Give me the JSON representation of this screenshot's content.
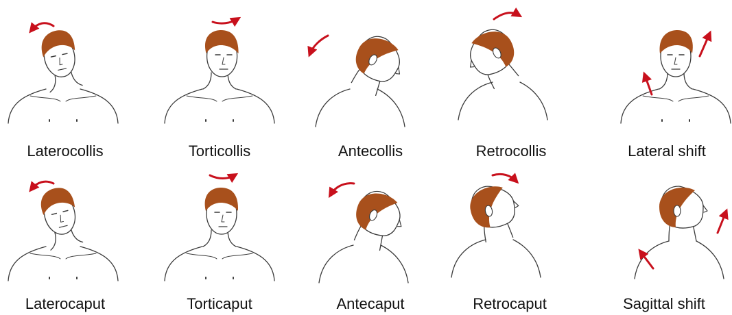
{
  "colors": {
    "hair": "#a8501c",
    "arrow": "#c8101c",
    "line": "#3a3a3a",
    "text": "#111111"
  },
  "rows": [
    {
      "panels": [
        {
          "label": "Laterocollis",
          "pose": "head tilted toward shoulder",
          "arrow": "curved, leftward, above head"
        },
        {
          "label": "Torticollis",
          "pose": "head rotated to the side",
          "arrow": "curved, rightward, above head"
        },
        {
          "label": "Antecollis",
          "pose": "neck flexed forward",
          "arrow": "curved, forward-down"
        },
        {
          "label": "Retrocollis",
          "pose": "neck extended backward",
          "arrow": "curved, backward"
        },
        {
          "label": "Lateral shift",
          "pose": "head shifted laterally",
          "arrow": "two straight arrows"
        }
      ]
    },
    {
      "panels": [
        {
          "label": "Laterocaput",
          "pose": "head tilted at skull level",
          "arrow": "curved, leftward, above head"
        },
        {
          "label": "Torticaput",
          "pose": "head rotated at skull level",
          "arrow": "curved, rightward, above head"
        },
        {
          "label": "Antecaput",
          "pose": "head flexed forward at skull level",
          "arrow": "curved, forward-down"
        },
        {
          "label": "Retrocaput",
          "pose": "head extended backward at skull level",
          "arrow": "curved, backward"
        },
        {
          "label": "Sagittal shift",
          "pose": "head shifted forward in profile",
          "arrow": "two straight arrows"
        }
      ]
    }
  ]
}
